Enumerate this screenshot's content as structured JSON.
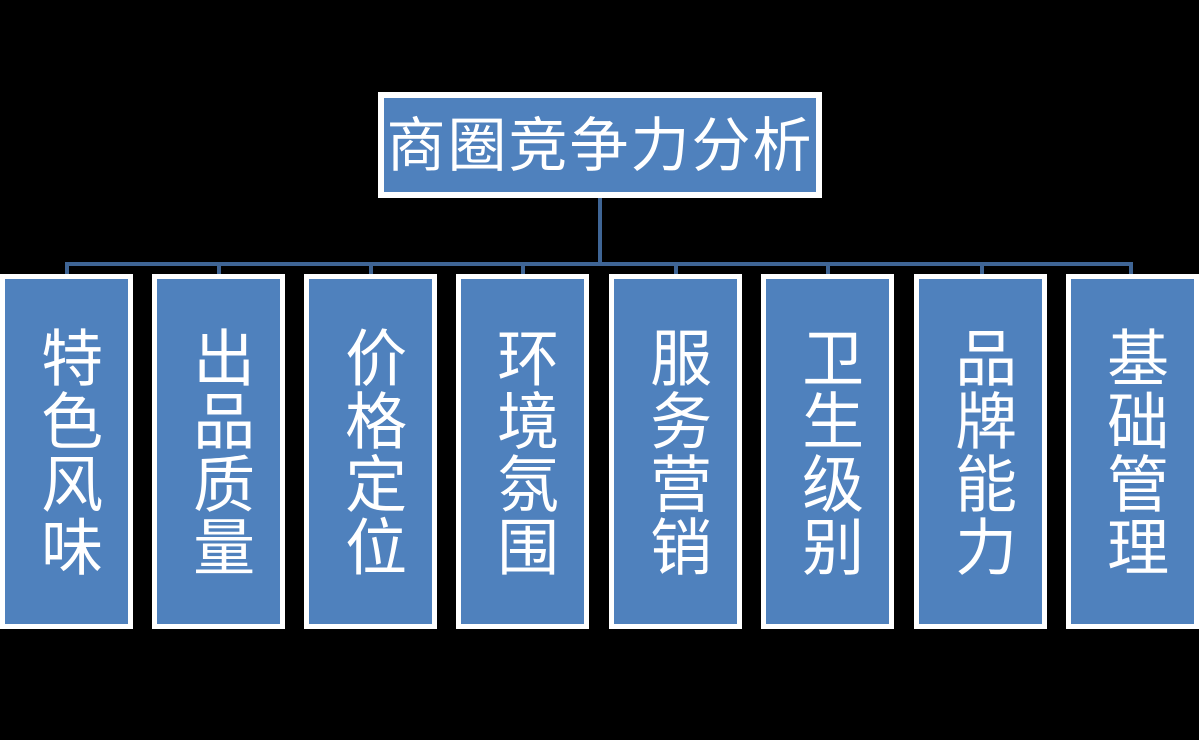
{
  "diagram": {
    "type": "organization-chart",
    "background_color": "#000000",
    "node_fill_color": "#4F81BD",
    "node_border_color": "#FFFFFF",
    "connector_color": "#3F6595",
    "text_color": "#FFFFFF",
    "root": {
      "label": "商圈竞争力分析"
    },
    "children": [
      {
        "label": "特色风味"
      },
      {
        "label": "出品质量"
      },
      {
        "label": "价格定位"
      },
      {
        "label": "环境氛围"
      },
      {
        "label": "服务营销"
      },
      {
        "label": "卫生级别"
      },
      {
        "label": "品牌能力"
      },
      {
        "label": "基础管理"
      }
    ]
  }
}
